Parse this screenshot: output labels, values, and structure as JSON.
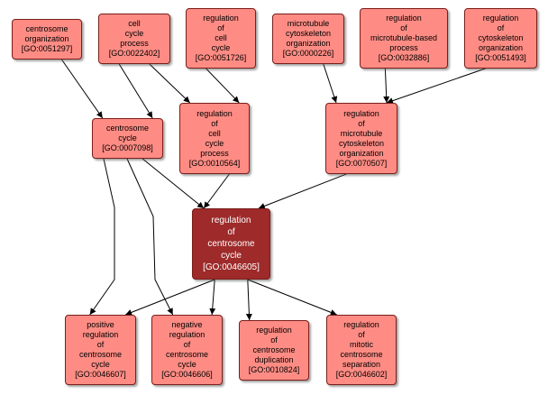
{
  "palette": {
    "node_fill": "#ff8c84",
    "node_border": "#7a1e1a",
    "focus_fill": "#9e2a2a",
    "focus_text": "#ffffff",
    "edge": "#000000"
  },
  "nodes": [
    {
      "id": "n51297",
      "lines": [
        "centrosome",
        "organization",
        "[GO:0051297]"
      ]
    },
    {
      "id": "n22402",
      "lines": [
        "cell",
        "cycle",
        "process",
        "[GO:0022402]"
      ]
    },
    {
      "id": "n51726",
      "lines": [
        "regulation",
        "of",
        "cell",
        "cycle",
        "[GO:0051726]"
      ]
    },
    {
      "id": "n226",
      "lines": [
        "microtubule",
        "cytoskeleton",
        "organization",
        "[GO:0000226]"
      ]
    },
    {
      "id": "n32886",
      "lines": [
        "regulation",
        "of",
        "microtubule-based",
        "process",
        "[GO:0032886]"
      ]
    },
    {
      "id": "n51493",
      "lines": [
        "regulation",
        "of",
        "cytoskeleton",
        "organization",
        "[GO:0051493]"
      ]
    },
    {
      "id": "n7098",
      "lines": [
        "centrosome",
        "cycle",
        "[GO:0007098]"
      ]
    },
    {
      "id": "n10564",
      "lines": [
        "regulation",
        "of",
        "cell",
        "cycle",
        "process",
        "[GO:0010564]"
      ]
    },
    {
      "id": "n70507",
      "lines": [
        "regulation",
        "of",
        "microtubule",
        "cytoskeleton",
        "organization",
        "[GO:0070507]"
      ]
    },
    {
      "id": "n46605",
      "lines": [
        "regulation",
        "of",
        "centrosome",
        "cycle",
        "[GO:0046605]"
      ],
      "focus": true
    },
    {
      "id": "n46607",
      "lines": [
        "positive",
        "regulation",
        "of",
        "centrosome",
        "cycle",
        "[GO:0046607]"
      ]
    },
    {
      "id": "n46606",
      "lines": [
        "negative",
        "regulation",
        "of",
        "centrosome",
        "cycle",
        "[GO:0046606]"
      ]
    },
    {
      "id": "n10824",
      "lines": [
        "regulation",
        "of",
        "centrosome",
        "duplication",
        "[GO:0010824]"
      ]
    },
    {
      "id": "n46602",
      "lines": [
        "regulation",
        "of",
        "mitotic",
        "centrosome",
        "separation",
        "[GO:0046602]"
      ]
    }
  ],
  "edges": [
    {
      "from": "n51297",
      "to": "n7098"
    },
    {
      "from": "n22402",
      "to": "n7098"
    },
    {
      "from": "n22402",
      "to": "n10564"
    },
    {
      "from": "n51726",
      "to": "n10564"
    },
    {
      "from": "n226",
      "to": "n70507"
    },
    {
      "from": "n32886",
      "to": "n70507"
    },
    {
      "from": "n51493",
      "to": "n70507"
    },
    {
      "from": "n7098",
      "to": "n46605"
    },
    {
      "from": "n10564",
      "to": "n46605"
    },
    {
      "from": "n70507",
      "to": "n46605"
    },
    {
      "from": "n7098",
      "to": "n46607"
    },
    {
      "from": "n7098",
      "to": "n46606"
    },
    {
      "from": "n46605",
      "to": "n46607"
    },
    {
      "from": "n46605",
      "to": "n46606"
    },
    {
      "from": "n46605",
      "to": "n10824"
    },
    {
      "from": "n46605",
      "to": "n46602"
    }
  ]
}
